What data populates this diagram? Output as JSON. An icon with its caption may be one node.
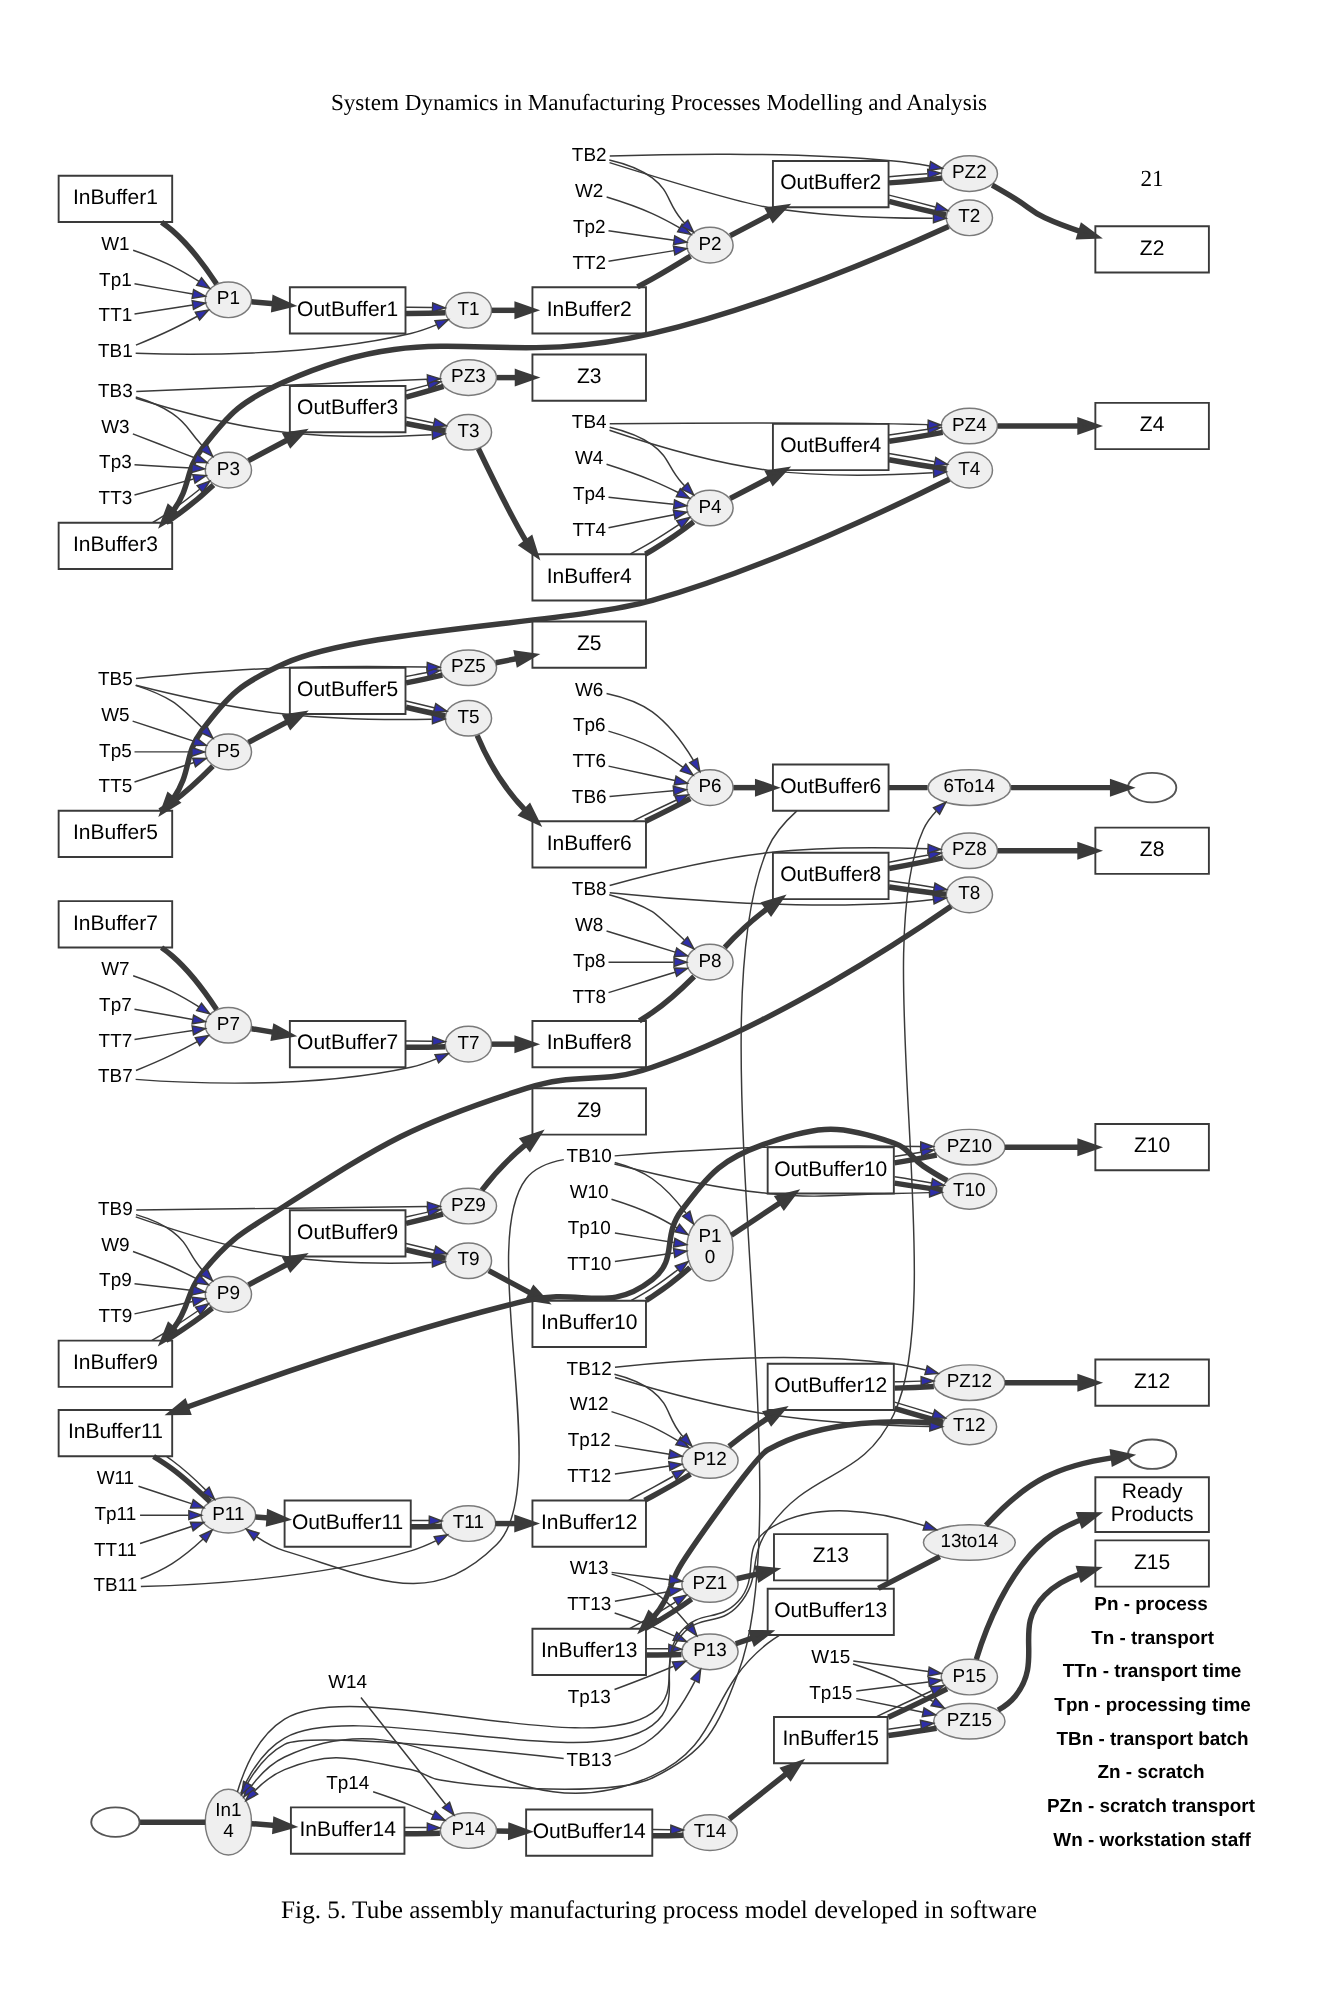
{
  "diagram": {
    "title": "System Dynamics in Manufacturing Processes Modelling and Analysis",
    "caption": "Fig. 5. Tube assembly manufacturing process model developed in software",
    "nodes": [
      {
        "text": [
          "InBuffer1"
        ]
      },
      {
        "text": [
          "P1"
        ]
      },
      {
        "text": [
          "OutBuffer1"
        ]
      },
      {
        "text": [
          "T1"
        ]
      },
      {
        "text": [
          "W1"
        ]
      },
      {
        "text": [
          "Tp1"
        ]
      },
      {
        "text": [
          "TT1"
        ]
      },
      {
        "text": [
          "TB1"
        ]
      },
      {
        "text": [
          "InBuffer2"
        ]
      },
      {
        "text": [
          "P2"
        ]
      },
      {
        "text": [
          "OutBuffer2"
        ]
      },
      {
        "text": [
          "PZ2"
        ]
      },
      {
        "text": [
          "Z2"
        ]
      },
      {
        "text": [
          "T2"
        ]
      },
      {
        "text": [
          "W2"
        ]
      },
      {
        "text": [
          "Tp2"
        ]
      },
      {
        "text": [
          "TT2"
        ]
      },
      {
        "text": [
          "TB2"
        ]
      },
      {
        "text": [
          "InBuffer3"
        ]
      },
      {
        "text": [
          "P3"
        ]
      },
      {
        "text": [
          "OutBuffer3"
        ]
      },
      {
        "text": [
          "PZ3"
        ]
      },
      {
        "text": [
          "Z3"
        ]
      },
      {
        "text": [
          "T3"
        ]
      },
      {
        "text": [
          "W3"
        ]
      },
      {
        "text": [
          "Tp3"
        ]
      },
      {
        "text": [
          "TT3"
        ]
      },
      {
        "text": [
          "TB3"
        ]
      },
      {
        "text": [
          "InBuffer4"
        ]
      },
      {
        "text": [
          "P4"
        ]
      },
      {
        "text": [
          "OutBuffer4"
        ]
      },
      {
        "text": [
          "PZ4"
        ]
      },
      {
        "text": [
          "Z4"
        ]
      },
      {
        "text": [
          "T4"
        ]
      },
      {
        "text": [
          "W4"
        ]
      },
      {
        "text": [
          "Tp4"
        ]
      },
      {
        "text": [
          "TT4"
        ]
      },
      {
        "text": [
          "TB4"
        ]
      },
      {
        "text": [
          "InBuffer5"
        ]
      },
      {
        "text": [
          "P5"
        ]
      },
      {
        "text": [
          "OutBuffer5"
        ]
      },
      {
        "text": [
          "PZ5"
        ]
      },
      {
        "text": [
          "Z5"
        ]
      },
      {
        "text": [
          "T5"
        ]
      },
      {
        "text": [
          "W5"
        ]
      },
      {
        "text": [
          "Tp5"
        ]
      },
      {
        "text": [
          "TT5"
        ]
      },
      {
        "text": [
          "TB5"
        ]
      },
      {
        "text": [
          "InBuffer6"
        ]
      },
      {
        "text": [
          "P6"
        ]
      },
      {
        "text": [
          "OutBuffer6"
        ]
      },
      {
        "text": [
          "6To14"
        ]
      },
      {
        "text": [],
        "shape": "cloud"
      },
      {
        "text": [
          "W6"
        ]
      },
      {
        "text": [
          "Tp6"
        ]
      },
      {
        "text": [
          "TT6"
        ]
      },
      {
        "text": [
          "TB6"
        ]
      },
      {
        "text": [
          "InBuffer7"
        ]
      },
      {
        "text": [
          "P7"
        ]
      },
      {
        "text": [
          "OutBuffer7"
        ]
      },
      {
        "text": [
          "T7"
        ]
      },
      {
        "text": [
          "W7"
        ]
      },
      {
        "text": [
          "Tp7"
        ]
      },
      {
        "text": [
          "TT7"
        ]
      },
      {
        "text": [
          "TB7"
        ]
      },
      {
        "text": [
          "InBuffer8"
        ]
      },
      {
        "text": [
          "P8"
        ]
      },
      {
        "text": [
          "OutBuffer8"
        ]
      },
      {
        "text": [
          "PZ8"
        ]
      },
      {
        "text": [
          "Z8"
        ]
      },
      {
        "text": [
          "T8"
        ]
      },
      {
        "text": [
          "W8"
        ]
      },
      {
        "text": [
          "Tp8"
        ]
      },
      {
        "text": [
          "TT8"
        ]
      },
      {
        "text": [
          "TB8"
        ]
      },
      {
        "text": [
          "InBuffer9"
        ]
      },
      {
        "text": [
          "P9"
        ]
      },
      {
        "text": [
          "OutBuffer9"
        ]
      },
      {
        "text": [
          "PZ9"
        ]
      },
      {
        "text": [
          "Z9"
        ]
      },
      {
        "text": [
          "T9"
        ]
      },
      {
        "text": [
          "W9"
        ]
      },
      {
        "text": [
          "Tp9"
        ]
      },
      {
        "text": [
          "TT9"
        ]
      },
      {
        "text": [
          "TB9"
        ]
      },
      {
        "text": [
          "InBuffer10"
        ]
      },
      {
        "text": [
          "P1 0"
        ]
      },
      {
        "text": [
          "OutBuffer10"
        ]
      },
      {
        "text": [
          "PZ10"
        ]
      },
      {
        "text": [
          "Z10"
        ]
      },
      {
        "text": [
          "T10"
        ]
      },
      {
        "text": [
          "W10"
        ]
      },
      {
        "text": [
          "Tp10"
        ]
      },
      {
        "text": [
          "TT10"
        ]
      },
      {
        "text": [
          "TB10"
        ]
      },
      {
        "text": [
          "InBuffer11"
        ]
      },
      {
        "text": [
          "P11"
        ]
      },
      {
        "text": [
          "OutBuffer11"
        ]
      },
      {
        "text": [
          "T11"
        ]
      },
      {
        "text": [
          "W11"
        ]
      },
      {
        "text": [
          "Tp11"
        ]
      },
      {
        "text": [
          "TT11"
        ]
      },
      {
        "text": [
          "TB11"
        ]
      },
      {
        "text": [
          "InBuffer12"
        ]
      },
      {
        "text": [
          "P12"
        ]
      },
      {
        "text": [
          "OutBuffer12"
        ]
      },
      {
        "text": [
          "PZ12"
        ]
      },
      {
        "text": [
          "Z12"
        ]
      },
      {
        "text": [
          "T12"
        ]
      },
      {
        "text": [
          "W12"
        ]
      },
      {
        "text": [
          "Tp12"
        ]
      },
      {
        "text": [
          "TT12"
        ]
      },
      {
        "text": [
          "TB12"
        ]
      },
      {
        "text": [
          "InBuffer13"
        ]
      },
      {
        "text": [
          "PZ1"
        ]
      },
      {
        "text": [
          "Z13"
        ]
      },
      {
        "text": [
          "P13"
        ]
      },
      {
        "text": [
          "OutBuffer13"
        ]
      },
      {
        "text": [
          "13to14"
        ]
      },
      {
        "text": [],
        "shape": "cloud"
      },
      {
        "text": [
          "W13"
        ]
      },
      {
        "text": [
          "Tp13"
        ]
      },
      {
        "text": [
          "TT13"
        ]
      },
      {
        "text": [
          "TB13"
        ]
      },
      {
        "text": [],
        "shape": "cloud"
      },
      {
        "text": [
          "In1 4"
        ]
      },
      {
        "text": [
          "InBuffer14"
        ]
      },
      {
        "text": [
          "P14"
        ]
      },
      {
        "text": [
          "OutBuffer14"
        ]
      },
      {
        "text": [
          "T14"
        ]
      },
      {
        "text": [
          "W14"
        ]
      },
      {
        "text": [
          "Tp14"
        ]
      },
      {
        "text": [
          "InBuffer15"
        ]
      },
      {
        "text": [
          "PZ15"
        ]
      },
      {
        "text": [
          "Z15"
        ]
      },
      {
        "text": [
          "P15"
        ]
      },
      {
        "text": [
          "Ready Products"
        ]
      },
      {
        "text": [
          "W15"
        ]
      },
      {
        "text": [
          "Tp15"
        ]
      }
    ],
    "edges": [
      {
        "from": 0,
        "to": 1,
        "arrow": "none",
        "style": "thick"
      },
      {
        "from": 1,
        "to": 2,
        "arrow": "to",
        "style": "thick"
      },
      {
        "from": 2,
        "to": 3,
        "arrow": "none",
        "style": "thick"
      },
      {
        "from": 3,
        "to": 8,
        "arrow": "to",
        "style": "thick"
      },
      {
        "from": 4,
        "to": 1,
        "arrow": "to"
      },
      {
        "from": 5,
        "to": 1,
        "arrow": "to"
      },
      {
        "from": 6,
        "to": 1,
        "arrow": "to"
      },
      {
        "from": 7,
        "to": 1,
        "arrow": "to"
      },
      {
        "from": 7,
        "to": 3,
        "arrow": "to"
      },
      {
        "from": 2,
        "to": 3,
        "arrow": "to"
      },
      {
        "from": 8,
        "to": 9,
        "arrow": "none",
        "style": "thick"
      },
      {
        "from": 9,
        "to": 10,
        "arrow": "to",
        "style": "thick"
      },
      {
        "from": 10,
        "to": 11,
        "arrow": "none",
        "style": "thick"
      },
      {
        "from": 11,
        "to": 12,
        "arrow": "to",
        "style": "thick"
      },
      {
        "from": 10,
        "to": 13,
        "arrow": "none",
        "style": "thick"
      },
      {
        "from": 13,
        "to": 18,
        "arrow": "to",
        "style": "thick"
      },
      {
        "from": 14,
        "to": 9,
        "arrow": "to"
      },
      {
        "from": 15,
        "to": 9,
        "arrow": "to"
      },
      {
        "from": 16,
        "to": 9,
        "arrow": "to"
      },
      {
        "from": 17,
        "to": 9,
        "arrow": "to"
      },
      {
        "from": 17,
        "to": 13,
        "arrow": "to"
      },
      {
        "from": 17,
        "to": 11,
        "arrow": "to"
      },
      {
        "from": 10,
        "to": 13,
        "arrow": "to"
      },
      {
        "from": 10,
        "to": 11,
        "arrow": "to"
      },
      {
        "from": 18,
        "to": 19,
        "arrow": "none",
        "style": "thick"
      },
      {
        "from": 19,
        "to": 20,
        "arrow": "to",
        "style": "thick"
      },
      {
        "from": 20,
        "to": 21,
        "arrow": "none",
        "style": "thick"
      },
      {
        "from": 21,
        "to": 22,
        "arrow": "to",
        "style": "thick"
      },
      {
        "from": 20,
        "to": 23,
        "arrow": "none",
        "style": "thick"
      },
      {
        "from": 23,
        "to": 28,
        "arrow": "to",
        "style": "thick"
      },
      {
        "from": 24,
        "to": 19,
        "arrow": "to"
      },
      {
        "from": 25,
        "to": 19,
        "arrow": "to"
      },
      {
        "from": 26,
        "to": 19,
        "arrow": "to"
      },
      {
        "from": 27,
        "to": 19,
        "arrow": "to"
      },
      {
        "from": 27,
        "to": 23,
        "arrow": "to"
      },
      {
        "from": 27,
        "to": 21,
        "arrow": "to"
      },
      {
        "from": 18,
        "to": 19,
        "arrow": "to"
      },
      {
        "from": 20,
        "to": 23,
        "arrow": "to"
      },
      {
        "from": 20,
        "to": 21,
        "arrow": "to"
      },
      {
        "from": 28,
        "to": 29,
        "arrow": "none",
        "style": "thick"
      },
      {
        "from": 29,
        "to": 30,
        "arrow": "to",
        "style": "thick"
      },
      {
        "from": 30,
        "to": 31,
        "arrow": "none",
        "style": "thick"
      },
      {
        "from": 31,
        "to": 32,
        "arrow": "to",
        "style": "thick"
      },
      {
        "from": 30,
        "to": 33,
        "arrow": "none",
        "style": "thick"
      },
      {
        "from": 33,
        "to": 38,
        "arrow": "to",
        "style": "thick"
      },
      {
        "from": 34,
        "to": 29,
        "arrow": "to"
      },
      {
        "from": 35,
        "to": 29,
        "arrow": "to"
      },
      {
        "from": 36,
        "to": 29,
        "arrow": "to"
      },
      {
        "from": 37,
        "to": 29,
        "arrow": "to"
      },
      {
        "from": 37,
        "to": 33,
        "arrow": "to"
      },
      {
        "from": 37,
        "to": 31,
        "arrow": "to"
      },
      {
        "from": 28,
        "to": 29,
        "arrow": "to"
      },
      {
        "from": 30,
        "to": 33,
        "arrow": "to"
      },
      {
        "from": 30,
        "to": 31,
        "arrow": "to"
      },
      {
        "from": 38,
        "to": 39,
        "arrow": "none",
        "style": "thick"
      },
      {
        "from": 39,
        "to": 40,
        "arrow": "to",
        "style": "thick"
      },
      {
        "from": 40,
        "to": 41,
        "arrow": "none",
        "style": "thick"
      },
      {
        "from": 41,
        "to": 42,
        "arrow": "to",
        "style": "thick"
      },
      {
        "from": 40,
        "to": 43,
        "arrow": "none",
        "style": "thick"
      },
      {
        "from": 43,
        "to": 48,
        "arrow": "to",
        "style": "thick"
      },
      {
        "from": 44,
        "to": 39,
        "arrow": "to"
      },
      {
        "from": 45,
        "to": 39,
        "arrow": "to"
      },
      {
        "from": 46,
        "to": 39,
        "arrow": "to"
      },
      {
        "from": 47,
        "to": 39,
        "arrow": "to"
      },
      {
        "from": 47,
        "to": 43,
        "arrow": "to"
      },
      {
        "from": 47,
        "to": 41,
        "arrow": "to"
      },
      {
        "from": 40,
        "to": 43,
        "arrow": "to"
      },
      {
        "from": 40,
        "to": 41,
        "arrow": "to"
      },
      {
        "from": 48,
        "to": 49,
        "arrow": "none",
        "style": "thick"
      },
      {
        "from": 49,
        "to": 50,
        "arrow": "to",
        "style": "thick"
      },
      {
        "from": 50,
        "to": 51,
        "arrow": "none",
        "style": "thick"
      },
      {
        "from": 51,
        "to": 52,
        "arrow": "to",
        "style": "thick"
      },
      {
        "from": 53,
        "to": 49,
        "arrow": "to"
      },
      {
        "from": 54,
        "to": 49,
        "arrow": "to"
      },
      {
        "from": 55,
        "to": 49,
        "arrow": "to"
      },
      {
        "from": 56,
        "to": 49,
        "arrow": "to"
      },
      {
        "from": 48,
        "to": 49,
        "arrow": "to"
      },
      {
        "from": 50,
        "to": 125,
        "arrow": "to"
      },
      {
        "from": 125,
        "to": 51,
        "arrow": "to"
      },
      {
        "from": 57,
        "to": 58,
        "arrow": "none",
        "style": "thick"
      },
      {
        "from": 58,
        "to": 59,
        "arrow": "to",
        "style": "thick"
      },
      {
        "from": 59,
        "to": 60,
        "arrow": "none",
        "style": "thick"
      },
      {
        "from": 60,
        "to": 65,
        "arrow": "to",
        "style": "thick"
      },
      {
        "from": 61,
        "to": 58,
        "arrow": "to"
      },
      {
        "from": 62,
        "to": 58,
        "arrow": "to"
      },
      {
        "from": 63,
        "to": 58,
        "arrow": "to"
      },
      {
        "from": 64,
        "to": 58,
        "arrow": "to"
      },
      {
        "from": 64,
        "to": 60,
        "arrow": "to"
      },
      {
        "from": 59,
        "to": 60,
        "arrow": "to"
      },
      {
        "from": 65,
        "to": 66,
        "arrow": "none",
        "style": "thick"
      },
      {
        "from": 66,
        "to": 67,
        "arrow": "to",
        "style": "thick"
      },
      {
        "from": 67,
        "to": 68,
        "arrow": "none",
        "style": "thick"
      },
      {
        "from": 68,
        "to": 69,
        "arrow": "to",
        "style": "thick"
      },
      {
        "from": 67,
        "to": 70,
        "arrow": "none",
        "style": "thick"
      },
      {
        "from": 70,
        "to": 75,
        "arrow": "to",
        "style": "thick"
      },
      {
        "from": 71,
        "to": 66,
        "arrow": "to"
      },
      {
        "from": 72,
        "to": 66,
        "arrow": "to"
      },
      {
        "from": 73,
        "to": 66,
        "arrow": "to"
      },
      {
        "from": 74,
        "to": 66,
        "arrow": "to"
      },
      {
        "from": 74,
        "to": 70,
        "arrow": "to"
      },
      {
        "from": 74,
        "to": 68,
        "arrow": "to"
      },
      {
        "from": 67,
        "to": 70,
        "arrow": "to"
      },
      {
        "from": 67,
        "to": 68,
        "arrow": "to"
      },
      {
        "from": 75,
        "to": 76,
        "arrow": "none",
        "style": "thick"
      },
      {
        "from": 76,
        "to": 77,
        "arrow": "to",
        "style": "thick"
      },
      {
        "from": 77,
        "to": 78,
        "arrow": "none",
        "style": "thick"
      },
      {
        "from": 78,
        "to": 79,
        "arrow": "to",
        "style": "thick"
      },
      {
        "from": 77,
        "to": 80,
        "arrow": "none",
        "style": "thick"
      },
      {
        "from": 80,
        "to": 85,
        "arrow": "to",
        "style": "thick"
      },
      {
        "from": 81,
        "to": 76,
        "arrow": "to"
      },
      {
        "from": 82,
        "to": 76,
        "arrow": "to"
      },
      {
        "from": 83,
        "to": 76,
        "arrow": "to"
      },
      {
        "from": 84,
        "to": 76,
        "arrow": "to"
      },
      {
        "from": 84,
        "to": 80,
        "arrow": "to"
      },
      {
        "from": 84,
        "to": 78,
        "arrow": "to"
      },
      {
        "from": 75,
        "to": 76,
        "arrow": "to"
      },
      {
        "from": 77,
        "to": 80,
        "arrow": "to"
      },
      {
        "from": 77,
        "to": 78,
        "arrow": "to"
      },
      {
        "from": 85,
        "to": 86,
        "arrow": "none",
        "style": "thick"
      },
      {
        "from": 86,
        "to": 87,
        "arrow": "to",
        "style": "thick"
      },
      {
        "from": 87,
        "to": 88,
        "arrow": "none",
        "style": "thick"
      },
      {
        "from": 88,
        "to": 89,
        "arrow": "to",
        "style": "thick"
      },
      {
        "from": 87,
        "to": 90,
        "arrow": "none",
        "style": "thick"
      },
      {
        "from": 90,
        "to": 95,
        "arrow": "to",
        "style": "thick"
      },
      {
        "from": 91,
        "to": 86,
        "arrow": "to"
      },
      {
        "from": 92,
        "to": 86,
        "arrow": "to"
      },
      {
        "from": 93,
        "to": 86,
        "arrow": "to"
      },
      {
        "from": 94,
        "to": 86,
        "arrow": "to"
      },
      {
        "from": 94,
        "to": 90,
        "arrow": "to"
      },
      {
        "from": 94,
        "to": 88,
        "arrow": "to"
      },
      {
        "from": 85,
        "to": 86,
        "arrow": "to"
      },
      {
        "from": 87,
        "to": 90,
        "arrow": "to"
      },
      {
        "from": 87,
        "to": 88,
        "arrow": "to"
      },
      {
        "from": 94,
        "to": 96,
        "arrow": "to"
      },
      {
        "from": 95,
        "to": 96,
        "arrow": "none",
        "style": "thick"
      },
      {
        "from": 96,
        "to": 97,
        "arrow": "to",
        "style": "thick"
      },
      {
        "from": 97,
        "to": 98,
        "arrow": "none",
        "style": "thick"
      },
      {
        "from": 98,
        "to": 103,
        "arrow": "to",
        "style": "thick"
      },
      {
        "from": 99,
        "to": 96,
        "arrow": "to"
      },
      {
        "from": 100,
        "to": 96,
        "arrow": "to"
      },
      {
        "from": 101,
        "to": 96,
        "arrow": "to"
      },
      {
        "from": 102,
        "to": 96,
        "arrow": "to"
      },
      {
        "from": 102,
        "to": 98,
        "arrow": "to"
      },
      {
        "from": 95,
        "to": 96,
        "arrow": "to"
      },
      {
        "from": 97,
        "to": 98,
        "arrow": "to"
      },
      {
        "from": 103,
        "to": 104,
        "arrow": "none",
        "style": "thick"
      },
      {
        "from": 104,
        "to": 105,
        "arrow": "to",
        "style": "thick"
      },
      {
        "from": 105,
        "to": 106,
        "arrow": "none",
        "style": "thick"
      },
      {
        "from": 106,
        "to": 107,
        "arrow": "to",
        "style": "thick"
      },
      {
        "from": 105,
        "to": 108,
        "arrow": "none",
        "style": "thick"
      },
      {
        "from": 108,
        "to": 113,
        "arrow": "to",
        "style": "thick"
      },
      {
        "from": 109,
        "to": 104,
        "arrow": "to"
      },
      {
        "from": 110,
        "to": 104,
        "arrow": "to"
      },
      {
        "from": 111,
        "to": 104,
        "arrow": "to"
      },
      {
        "from": 112,
        "to": 104,
        "arrow": "to"
      },
      {
        "from": 112,
        "to": 108,
        "arrow": "to"
      },
      {
        "from": 112,
        "to": 106,
        "arrow": "to"
      },
      {
        "from": 103,
        "to": 104,
        "arrow": "to"
      },
      {
        "from": 105,
        "to": 108,
        "arrow": "to"
      },
      {
        "from": 105,
        "to": 106,
        "arrow": "to"
      },
      {
        "from": 113,
        "to": 114,
        "arrow": "none",
        "style": "thick"
      },
      {
        "from": 114,
        "to": 115,
        "arrow": "to",
        "style": "thick"
      },
      {
        "from": 113,
        "to": 116,
        "arrow": "none",
        "style": "thick"
      },
      {
        "from": 116,
        "to": 117,
        "arrow": "to",
        "style": "thick"
      },
      {
        "from": 117,
        "to": 118,
        "arrow": "none",
        "style": "thick"
      },
      {
        "from": 118,
        "to": 119,
        "arrow": "to",
        "style": "thick"
      },
      {
        "from": 120,
        "to": 114,
        "arrow": "to"
      },
      {
        "from": 120,
        "to": 116,
        "arrow": "to"
      },
      {
        "from": 121,
        "to": 116,
        "arrow": "to"
      },
      {
        "from": 122,
        "to": 116,
        "arrow": "to"
      },
      {
        "from": 122,
        "to": 114,
        "arrow": "to"
      },
      {
        "from": 113,
        "to": 114,
        "arrow": "to"
      },
      {
        "from": 113,
        "to": 116,
        "arrow": "to"
      },
      {
        "from": 123,
        "to": 116,
        "arrow": "to"
      },
      {
        "from": 123,
        "to": 125,
        "arrow": "to"
      },
      {
        "from": 117,
        "to": 125,
        "arrow": "to"
      },
      {
        "from": 125,
        "to": 118,
        "arrow": "to"
      },
      {
        "from": 124,
        "to": 125,
        "arrow": "none",
        "style": "thick"
      },
      {
        "from": 125,
        "to": 126,
        "arrow": "to",
        "style": "thick"
      },
      {
        "from": 126,
        "to": 127,
        "arrow": "none",
        "style": "thick"
      },
      {
        "from": 127,
        "to": 128,
        "arrow": "to",
        "style": "thick"
      },
      {
        "from": 128,
        "to": 129,
        "arrow": "none",
        "style": "thick"
      },
      {
        "from": 129,
        "to": 132,
        "arrow": "to",
        "style": "thick"
      },
      {
        "from": 130,
        "to": 127,
        "arrow": "to"
      },
      {
        "from": 131,
        "to": 127,
        "arrow": "to"
      },
      {
        "from": 126,
        "to": 127,
        "arrow": "to"
      },
      {
        "from": 128,
        "to": 129,
        "arrow": "to"
      },
      {
        "from": 132,
        "to": 133,
        "arrow": "none",
        "style": "thick"
      },
      {
        "from": 133,
        "to": 134,
        "arrow": "to",
        "style": "thick"
      },
      {
        "from": 132,
        "to": 135,
        "arrow": "none",
        "style": "thick"
      },
      {
        "from": 135,
        "to": 136,
        "arrow": "to",
        "style": "thick"
      },
      {
        "from": 137,
        "to": 133,
        "arrow": "to"
      },
      {
        "from": 137,
        "to": 135,
        "arrow": "to"
      },
      {
        "from": 138,
        "to": 133,
        "arrow": "to"
      },
      {
        "from": 138,
        "to": 135,
        "arrow": "to"
      },
      {
        "from": 132,
        "to": 133,
        "arrow": "to"
      },
      {
        "from": 132,
        "to": 135,
        "arrow": "to"
      }
    ],
    "labels": [
      "21"
    ],
    "legend": [
      {
        "text": "Pn - process"
      },
      {
        "text": "Tn - transport"
      },
      {
        "text": "TTn - transport time"
      },
      {
        "text": "Tpn - processing time"
      },
      {
        "text": "TBn - transport batch"
      },
      {
        "text": "Zn - scratch"
      },
      {
        "text": "PZn - scratch transport"
      },
      {
        "text": "Wn - workstation staff"
      }
    ]
  }
}
